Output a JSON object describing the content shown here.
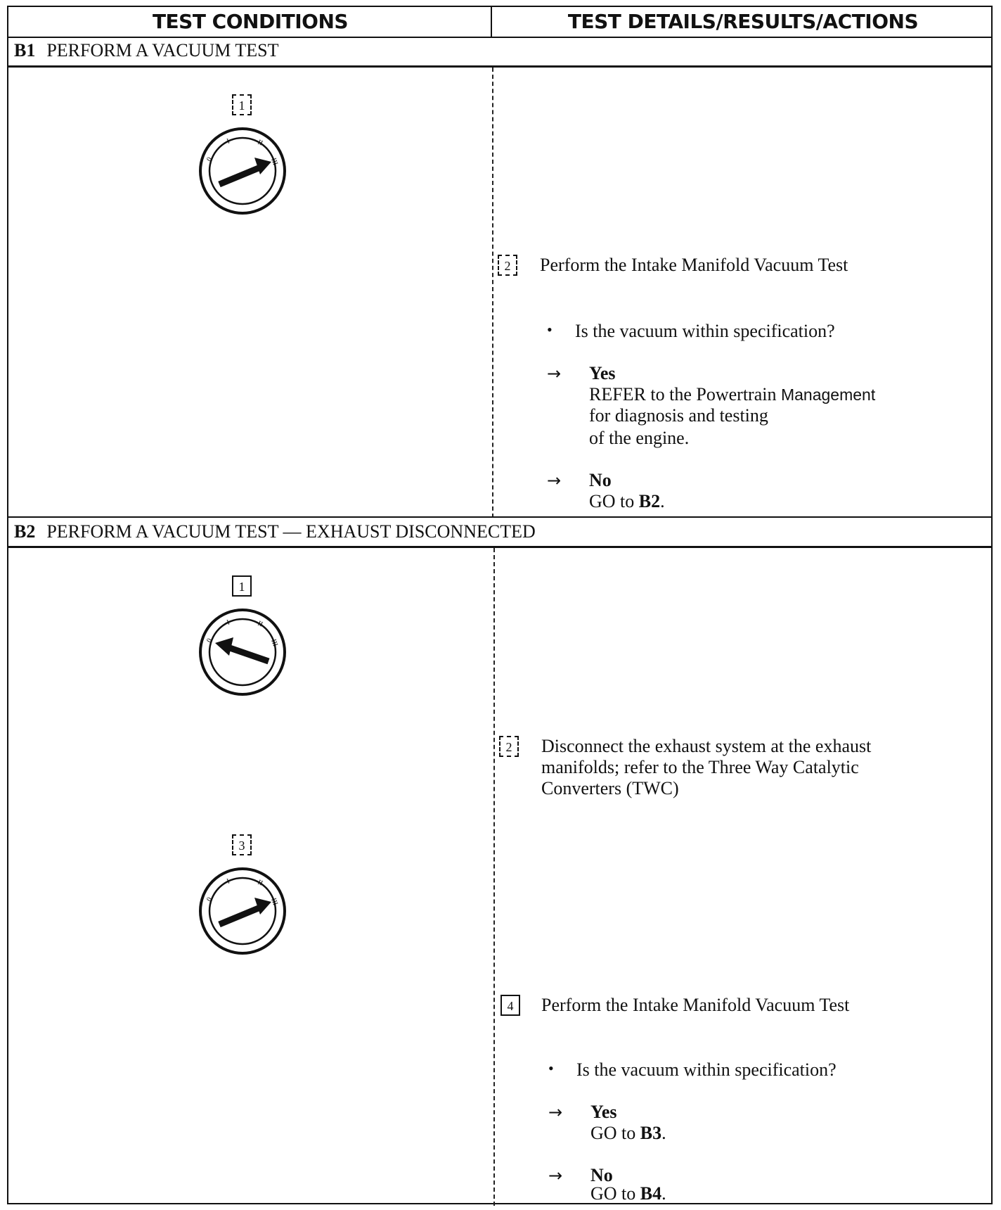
{
  "header": {
    "left": "TEST CONDITIONS",
    "right": "TEST DETAILS/RESULTS/ACTIONS"
  },
  "sections": [
    {
      "id": "B1",
      "title": "PERFORM A VACUUM TEST",
      "conditions": [
        {
          "step": "1",
          "icon": "ignition-switch-start-icon"
        }
      ],
      "details": [
        {
          "step": "2",
          "text": "Perform the Intake Manifold Vacuum Test"
        }
      ],
      "question": "Is the vacuum within specification?",
      "results": [
        {
          "answer": "Yes",
          "line1": "REFER to the Powertrain",
          "line1_tail": "Management",
          "line2": "for diagnosis and testing",
          "line3": "of the engine."
        },
        {
          "answer": "No",
          "go_prefix": "GO to ",
          "go_target": "B2",
          "go_suffix": "."
        }
      ]
    },
    {
      "id": "B2",
      "title": "PERFORM A VACUUM TEST — EXHAUST DISCONNECTED",
      "conditions": [
        {
          "step": "1",
          "icon": "ignition-switch-off-icon"
        },
        {
          "step": "3",
          "icon": "ignition-switch-start-icon"
        }
      ],
      "details": [
        {
          "step": "2",
          "line1": "Disconnect the exhaust system at the exhaust",
          "line2": "manifolds; refer to the Three Way Catalytic",
          "line3": "Converters (TWC)"
        },
        {
          "step": "4",
          "text": "Perform the Intake Manifold Vacuum Test"
        }
      ],
      "question": "Is the vacuum within specification?",
      "results": [
        {
          "answer": "Yes",
          "go_prefix": "GO to ",
          "go_target": "B3",
          "go_suffix": "."
        },
        {
          "answer": "No",
          "go_prefix": "GO to ",
          "go_target": "B4",
          "go_suffix": "."
        }
      ]
    }
  ],
  "symbols": {
    "bullet": "•",
    "arrow": "→",
    "dial_marks": [
      "0",
      "I",
      "II",
      "III"
    ]
  }
}
